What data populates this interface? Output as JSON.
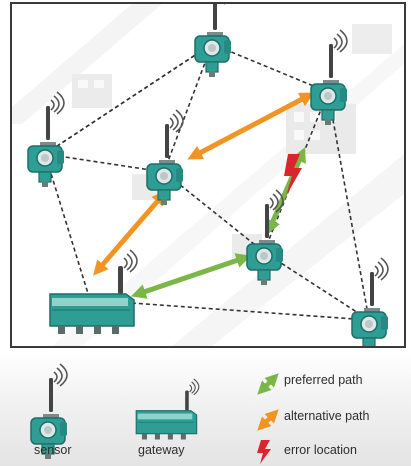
{
  "colors": {
    "device": "#2e9e95",
    "device_dark": "#1d6e68",
    "device_light": "#8fd3cb",
    "preferred": "#7ab648",
    "alternative": "#f29423",
    "error": "#d9252b",
    "link": "#333333",
    "background_building": "#d9d9d9"
  },
  "network": {
    "sensor_icon": "sensor-icon",
    "gateway_icon": "gateway-icon",
    "dashed_link": "dashed-link",
    "preferred_arrow": "preferred-path-arrow",
    "alternative_arrow": "alternative-path-arrow",
    "error_icon": "lightning-error-icon"
  },
  "legend": {
    "sensor_label": "sensor",
    "gateway_label": "gateway",
    "preferred_label": "preferred path",
    "alternative_label": "alternative path",
    "error_label": "error location"
  }
}
